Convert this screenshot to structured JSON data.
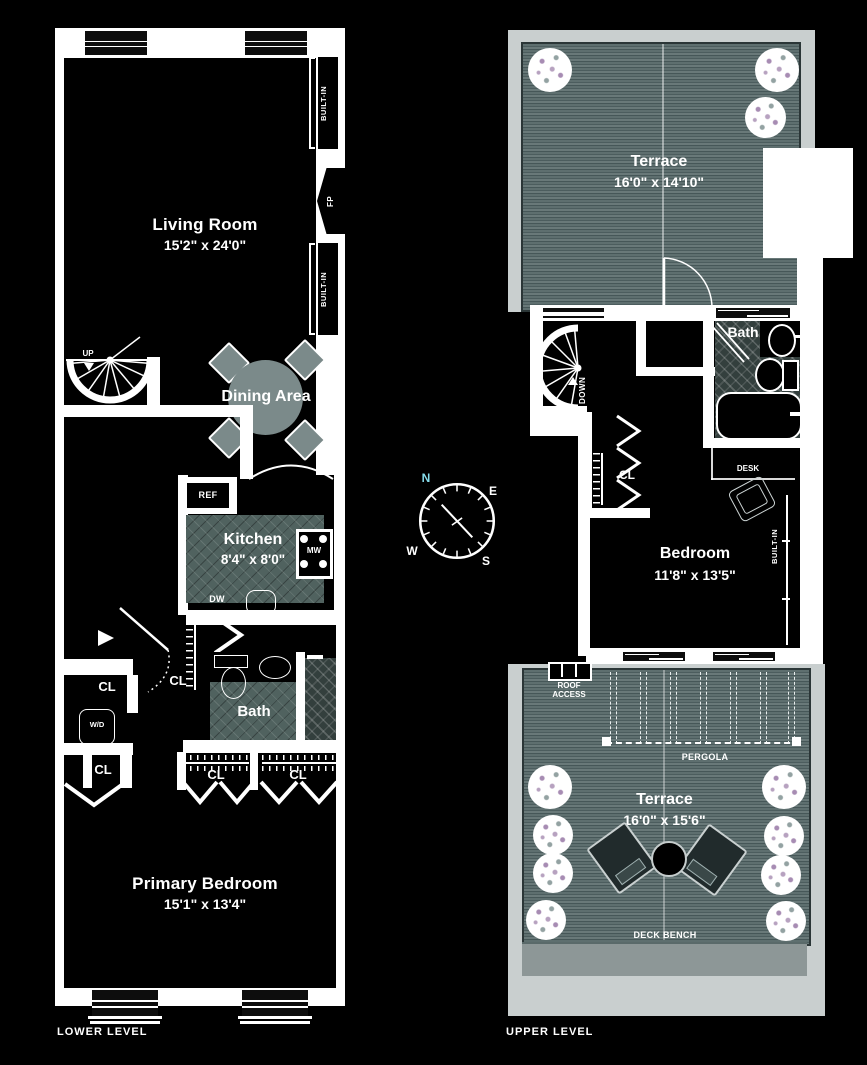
{
  "colors": {
    "background": "#000000",
    "wall": "#ffffff",
    "deck": "#5e6f6f",
    "tile": "#50625f",
    "tile_dark": "#333f3d",
    "terrace_frame": "#c9cfcf",
    "bench": "#8d9797",
    "furniture": "#7b8a8a",
    "north_accent": "#86dceb"
  },
  "lower_level": {
    "title": "LOWER LEVEL",
    "living_room": {
      "name": "Living Room",
      "dims": "15'2\" x 24'0\""
    },
    "dining_area": {
      "name": "Dining Area"
    },
    "kitchen": {
      "name": "Kitchen",
      "dims": "8'4\" x 8'0\""
    },
    "bath": {
      "name": "Bath"
    },
    "primary_bedroom": {
      "name": "Primary Bedroom",
      "dims": "15'1\" x 13'4\""
    },
    "labels": {
      "up": "UP",
      "fp": "FP",
      "built_in": "BUILT-IN",
      "ref": "REF",
      "mw": "MW",
      "dw": "DW",
      "wd": "W/D",
      "cl": "CL"
    }
  },
  "upper_level": {
    "title": "UPPER LEVEL",
    "terrace_top": {
      "name": "Terrace",
      "dims": "16'0\" x 14'10\""
    },
    "bath": {
      "name": "Bath"
    },
    "bedroom": {
      "name": "Bedroom",
      "dims": "11'8\" x 13'5\""
    },
    "terrace_bottom": {
      "name": "Terrace",
      "dims": "16'0\" x 15'6\""
    },
    "labels": {
      "down": "DOWN",
      "cl": "CL",
      "desk": "DESK",
      "built_in": "BUILT-IN",
      "roof_access": "ROOF ACCESS",
      "pergola": "PERGOLA",
      "deck_bench": "DECK BENCH"
    }
  },
  "compass": {
    "north": "N",
    "east": "E",
    "south": "S",
    "west": "W"
  }
}
